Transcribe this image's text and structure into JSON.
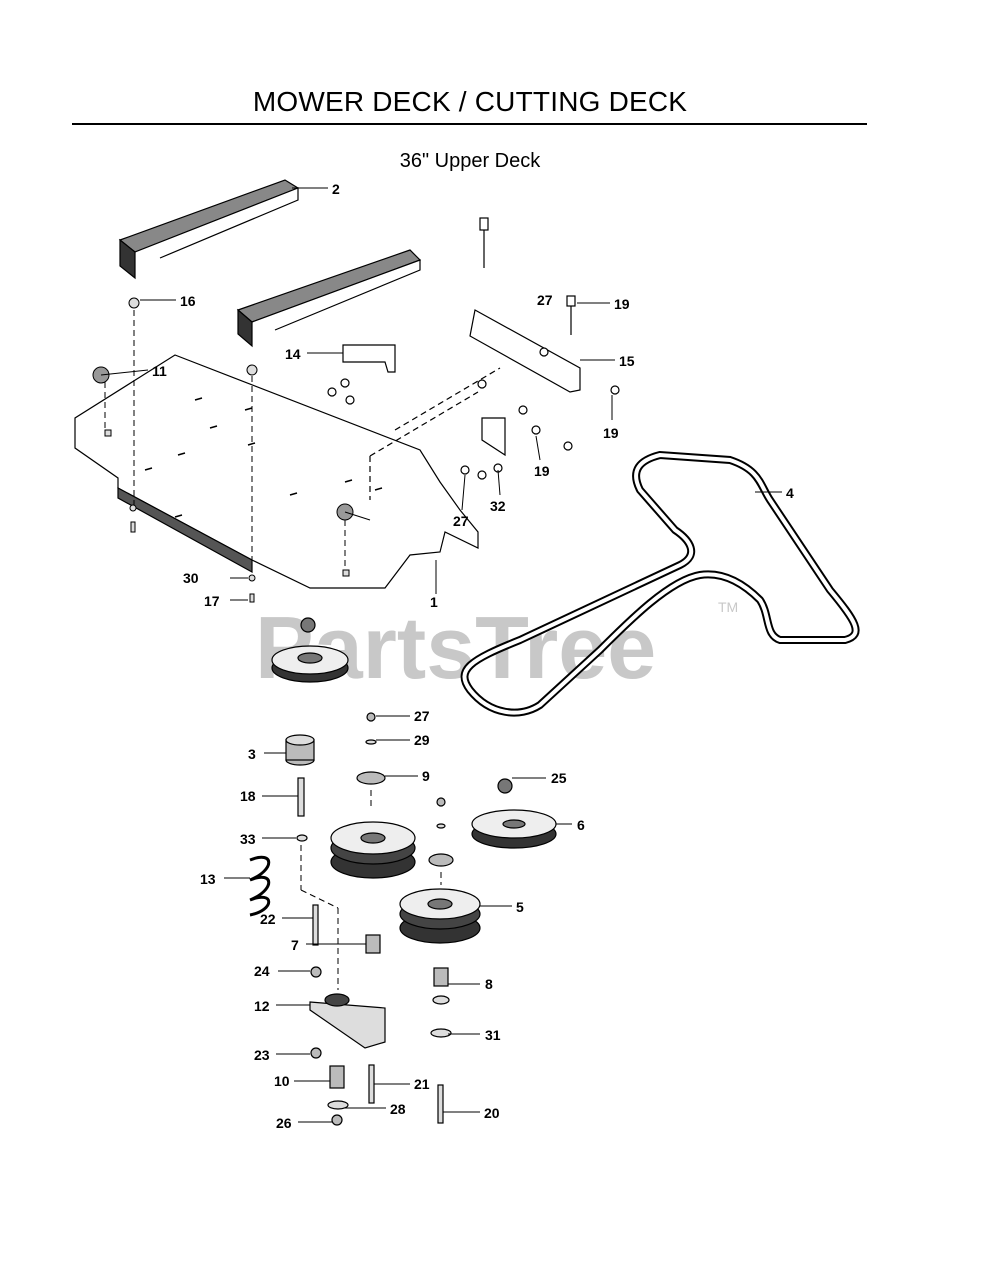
{
  "page": {
    "title": "MOWER DECK / CUTTING DECK",
    "subtitle": "36\" Upper Deck"
  },
  "watermark": {
    "text": "PartsTree",
    "tm": "TM"
  },
  "callouts": [
    {
      "id": "c2",
      "label": "2"
    },
    {
      "id": "c16",
      "label": "16"
    },
    {
      "id": "c27a",
      "label": "27"
    },
    {
      "id": "c19a",
      "label": "19"
    },
    {
      "id": "c14",
      "label": "14"
    },
    {
      "id": "c11",
      "label": "11"
    },
    {
      "id": "c15",
      "label": "15"
    },
    {
      "id": "c19b",
      "label": "19"
    },
    {
      "id": "c19c",
      "label": "19"
    },
    {
      "id": "c4",
      "label": "4"
    },
    {
      "id": "c32",
      "label": "32"
    },
    {
      "id": "c27b",
      "label": "27"
    },
    {
      "id": "c30",
      "label": "30"
    },
    {
      "id": "c17",
      "label": "17"
    },
    {
      "id": "c1",
      "label": "1"
    },
    {
      "id": "c27c",
      "label": "27"
    },
    {
      "id": "c3",
      "label": "3"
    },
    {
      "id": "c29",
      "label": "29"
    },
    {
      "id": "c9",
      "label": "9"
    },
    {
      "id": "c25",
      "label": "25"
    },
    {
      "id": "c18",
      "label": "18"
    },
    {
      "id": "c6",
      "label": "6"
    },
    {
      "id": "c33",
      "label": "33"
    },
    {
      "id": "c13",
      "label": "13"
    },
    {
      "id": "c5",
      "label": "5"
    },
    {
      "id": "c22",
      "label": "22"
    },
    {
      "id": "c7",
      "label": "7"
    },
    {
      "id": "c24",
      "label": "24"
    },
    {
      "id": "c8",
      "label": "8"
    },
    {
      "id": "c12",
      "label": "12"
    },
    {
      "id": "c31",
      "label": "31"
    },
    {
      "id": "c23",
      "label": "23"
    },
    {
      "id": "c10",
      "label": "10"
    },
    {
      "id": "c21",
      "label": "21"
    },
    {
      "id": "c28",
      "label": "28"
    },
    {
      "id": "c26",
      "label": "26"
    },
    {
      "id": "c20",
      "label": "20"
    }
  ]
}
